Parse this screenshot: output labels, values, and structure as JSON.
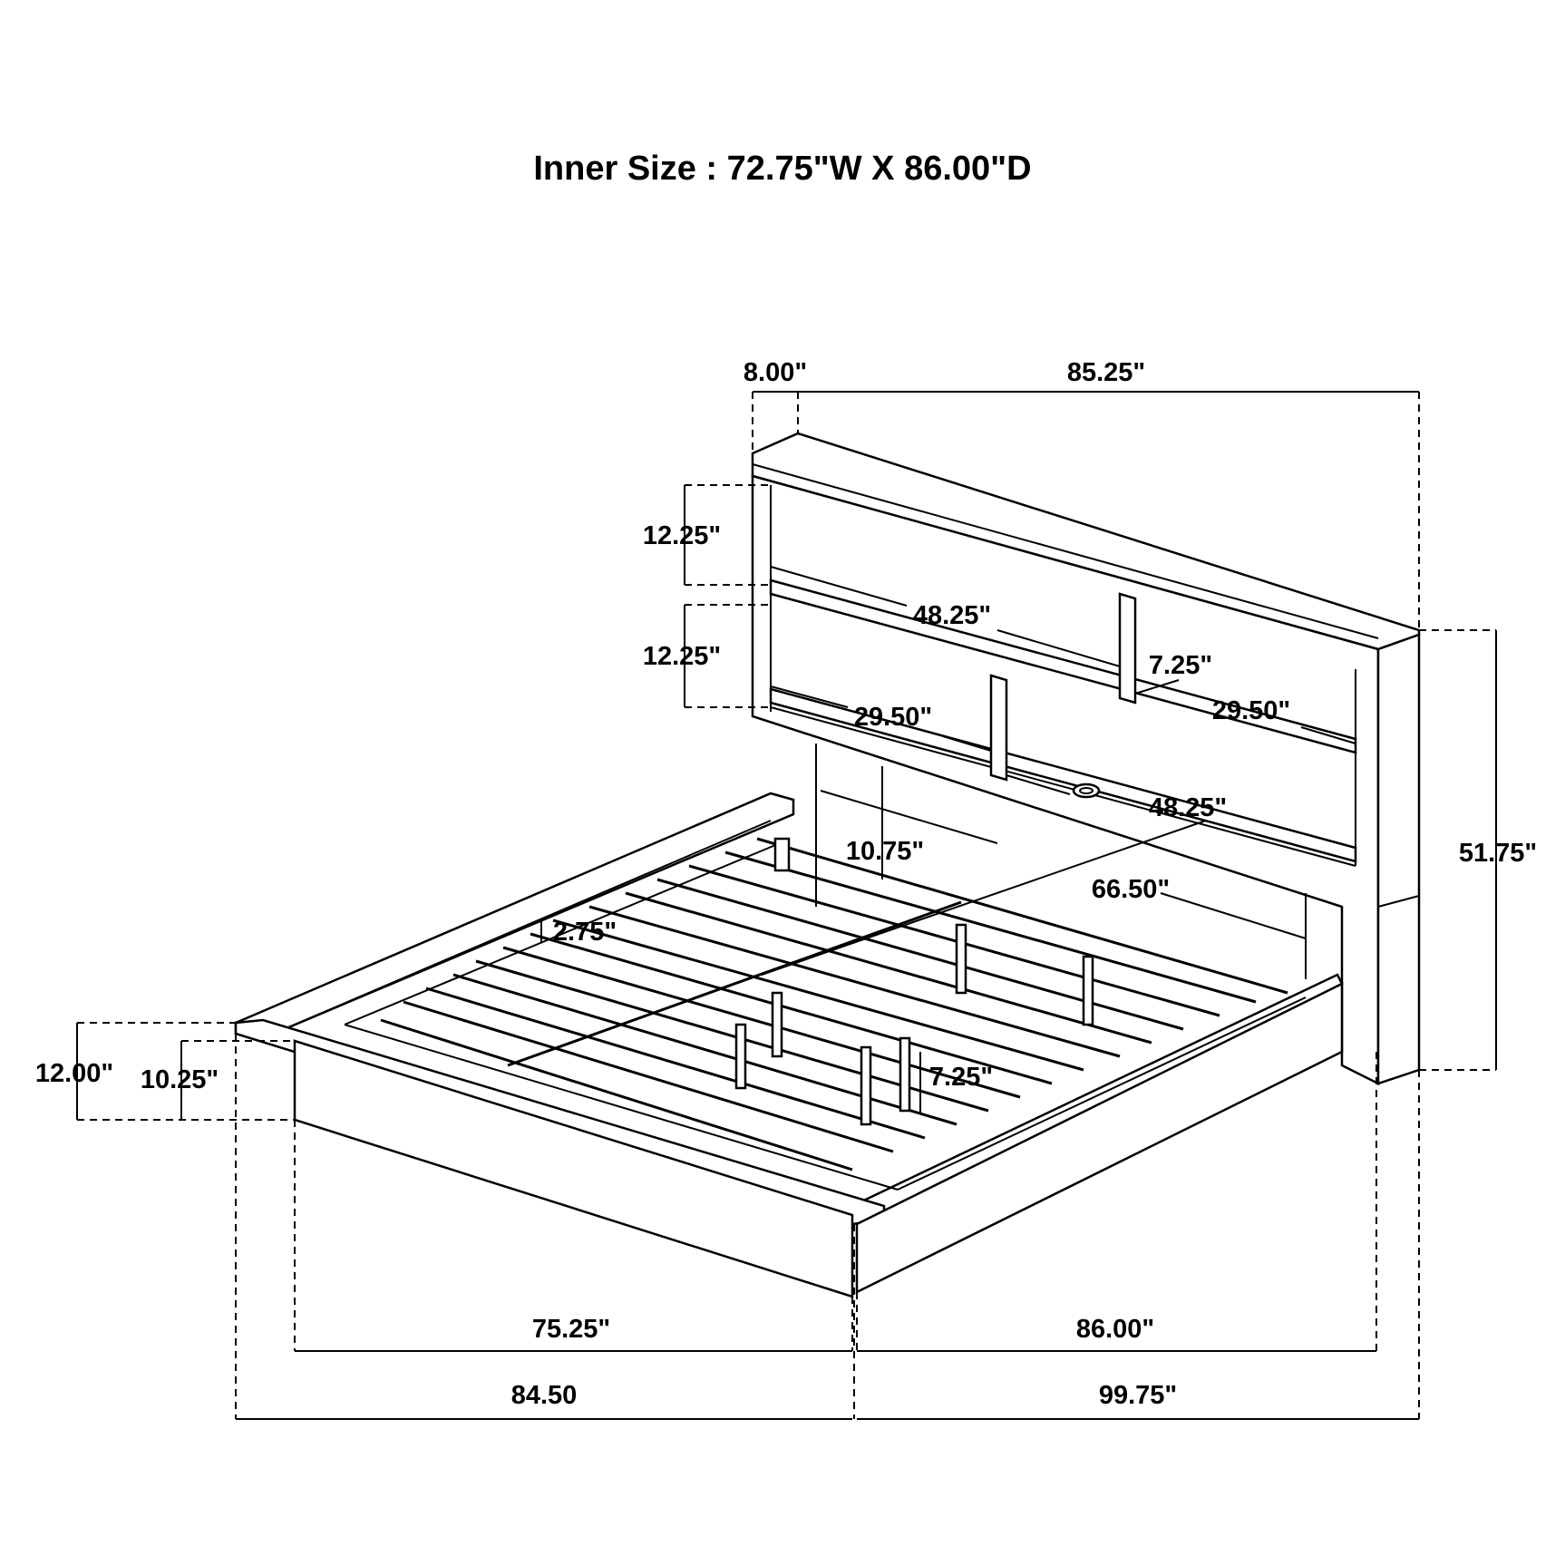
{
  "title": "Inner Size : 72.75\"W X 86.00\"D",
  "dimensions": {
    "headboard_depth": "8.00\"",
    "headboard_width": "85.25\"",
    "upper_shelf_height": "12.25\"",
    "lower_shelf_height": "12.25\"",
    "upper_shelf_width": "48.25\"",
    "divider_depth": "7.25\"",
    "lower_left_shelf_width": "29.50\"",
    "right_shelf_width": "29.50\"",
    "lower_shelf_width": "48.25\"",
    "panel_height": "10.75\"",
    "panel_width": "66.50\"",
    "headboard_height": "51.75\"",
    "slat_gap": "2.75\"",
    "leg_height": "7.25\"",
    "rail_height": "12.00\"",
    "rail_inner_height": "10.25\"",
    "base_width": "75.25\"",
    "base_length": "86.00\"",
    "overall_width": "84.50",
    "overall_length": "99.75\""
  }
}
